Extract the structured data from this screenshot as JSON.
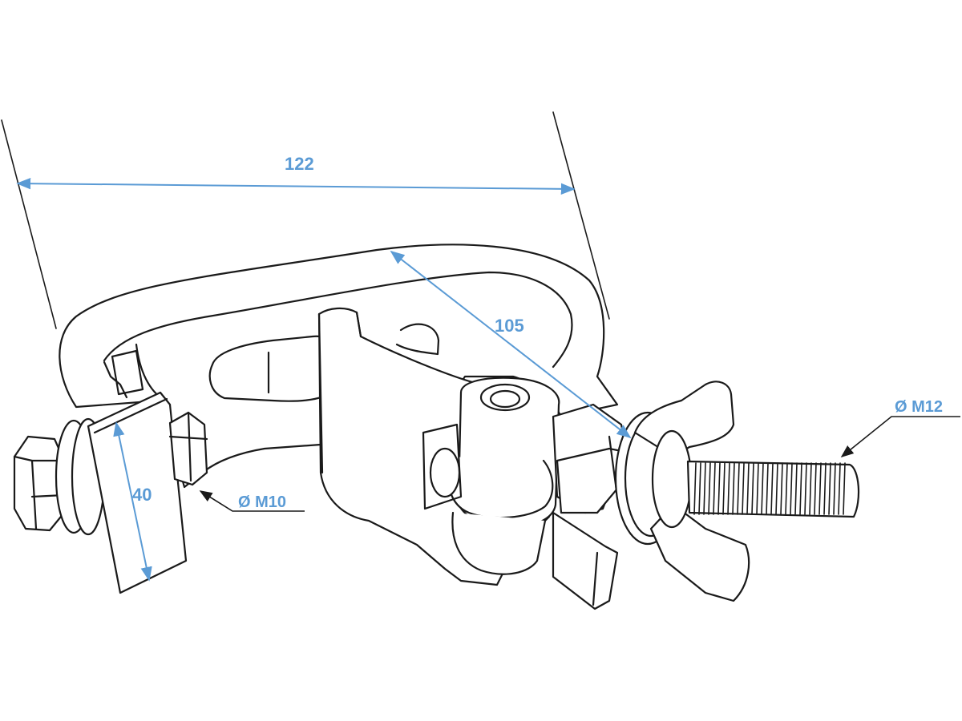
{
  "dimensions": {
    "width_label": "122",
    "depth_label": "105",
    "pad_label": "40"
  },
  "callouts": {
    "bolt_small": "Ø M10",
    "bolt_large": "Ø M12"
  },
  "colors": {
    "dimension": "#5b9bd5",
    "outline": "#1a1a1a",
    "background": "#ffffff"
  }
}
